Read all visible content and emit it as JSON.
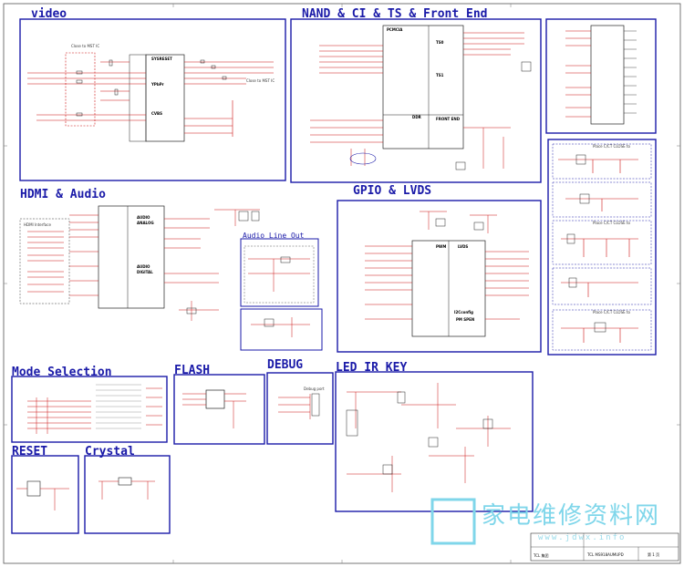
{
  "blocks": [
    {
      "id": "video",
      "title": "video"
    },
    {
      "id": "nand",
      "title": "NAND & CI & TS & Front End"
    },
    {
      "id": "hdmi",
      "title": "HDMI & Audio"
    },
    {
      "id": "gpio",
      "title": "GPIO & LVDS"
    },
    {
      "id": "mode",
      "title": "Mode Selection"
    },
    {
      "id": "flash",
      "title": "FLASH"
    },
    {
      "id": "debug",
      "title": "DEBUG"
    },
    {
      "id": "ledir",
      "title": "LED IR KEY"
    },
    {
      "id": "reset",
      "title": "RESET"
    },
    {
      "id": "crystal",
      "title": "Crystal"
    }
  ],
  "audio_line_out": "Audio Line Out",
  "hdmi_interface": "HDMI Interface",
  "debug_port": "Debug port",
  "watermark": {
    "text": "家电维修资料网",
    "url": "www.jdwx.info"
  },
  "title_block": {
    "company": "TCL 集团",
    "row1": "TCL MS918AUMUPD",
    "row2": "第 1 页"
  },
  "colors": {
    "frame": "#1a1aa8",
    "wire": "#cc1111",
    "chip": "#222222",
    "watermark": "#7fd6ea"
  }
}
